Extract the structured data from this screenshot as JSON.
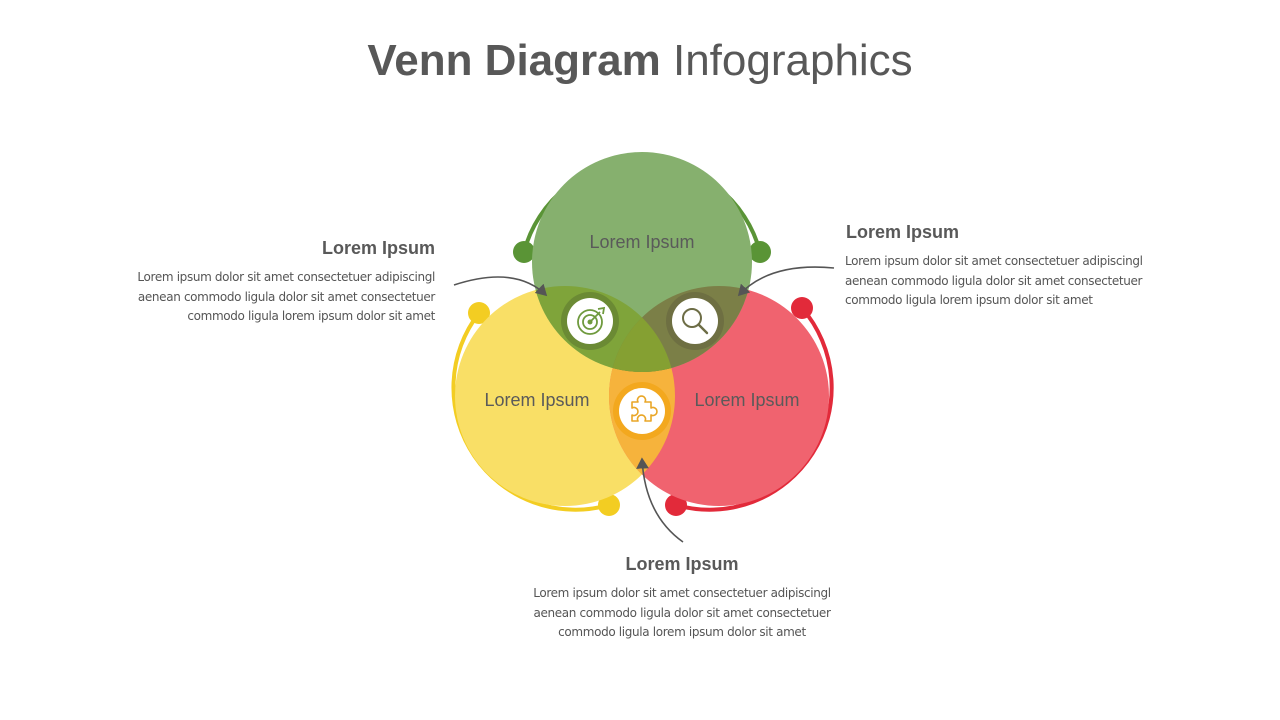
{
  "title": {
    "bold": "Venn Diagram",
    "light": "Infographics"
  },
  "circles": [
    {
      "label": "Lorem Ipsum",
      "color": "#6a9a4a"
    },
    {
      "label": "Lorem Ipsum",
      "color": "#f7d232"
    },
    {
      "label": "Lorem Ipsum",
      "color": "#ed3440"
    }
  ],
  "intersection_icons": {
    "green_yellow": "target-icon",
    "green_red": "magnifier-icon",
    "yellow_red": "puzzle-icon"
  },
  "callouts": {
    "left": {
      "heading": "Lorem Ipsum",
      "lines": [
        "Lorem ipsum dolor sit amet consectetuer adipiscingl",
        "aenean commodo ligula dolor sit amet consectetuer",
        "commodo ligula lorem ipsum dolor sit amet"
      ]
    },
    "right": {
      "heading": "Lorem Ipsum",
      "lines": [
        "Lorem ipsum dolor sit amet consectetuer adipiscingl",
        "aenean commodo ligula dolor sit amet consectetuer",
        "commodo ligula lorem ipsum dolor sit amet"
      ]
    },
    "bottom": {
      "heading": "Lorem Ipsum",
      "lines": [
        "Lorem ipsum dolor sit amet consectetuer adipiscingl",
        "aenean commodo ligula dolor sit amet consectetuer",
        "commodo ligula lorem ipsum dolor sit amet"
      ]
    }
  }
}
